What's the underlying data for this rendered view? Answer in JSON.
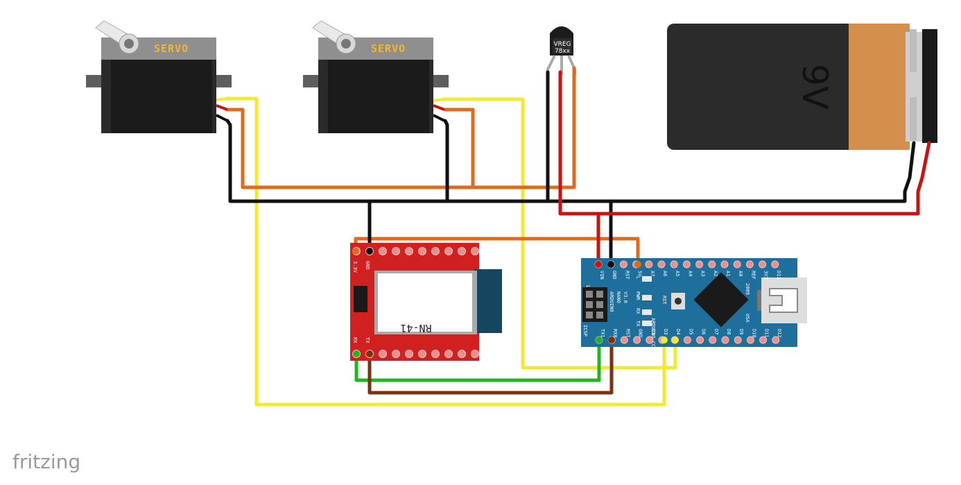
{
  "servo1": {
    "label": "SERVO"
  },
  "servo2": {
    "label": "SERVO"
  },
  "regulator": {
    "line1": "VREG",
    "line2": "78xx"
  },
  "battery": {
    "label": "9V"
  },
  "bluetooth": {
    "module_label": "RN-41",
    "pin_gnd": "GND",
    "pin_33v": "3.3V",
    "pin_rx": "RX",
    "pin_tx": "TX"
  },
  "arduino": {
    "line1": "ARDUINO",
    "line2": "NANO",
    "line3": "V3.0",
    "site": "ARDUINO.CC",
    "year": "2009",
    "usa": "USA",
    "icsp": "ICSP",
    "icsp_num": "1",
    "rst": "RST",
    "led_l": "L",
    "led_pwr": "PWR",
    "led_rx": "RX",
    "led_tx": "TX",
    "top_pins": [
      "VIN",
      "GND",
      "RST",
      "5V",
      "A7",
      "A6",
      "A5",
      "A4",
      "A3",
      "A2",
      "A1",
      "A0",
      "REF",
      "3V3",
      "D13"
    ],
    "bottom_pins": [
      "TX1",
      "RX0",
      "RST",
      "GND",
      "D2",
      "D3",
      "D4",
      "D5",
      "D6",
      "D7",
      "D8",
      "D9",
      "D10",
      "D11",
      "D12"
    ]
  },
  "footer": {
    "brand": "fritzing"
  },
  "colors": {
    "wire_black": "#111111",
    "wire_red": "#cc1111",
    "wire_orange": "#e06a1c",
    "wire_yellow": "#f2ea32",
    "wire_green": "#21b521",
    "wire_brown": "#7a3210",
    "arduino_board": "#1f6f9c",
    "bt_board": "#d02020",
    "battery_body": "#2b2b2b",
    "battery_cap": "#d58f4c"
  }
}
